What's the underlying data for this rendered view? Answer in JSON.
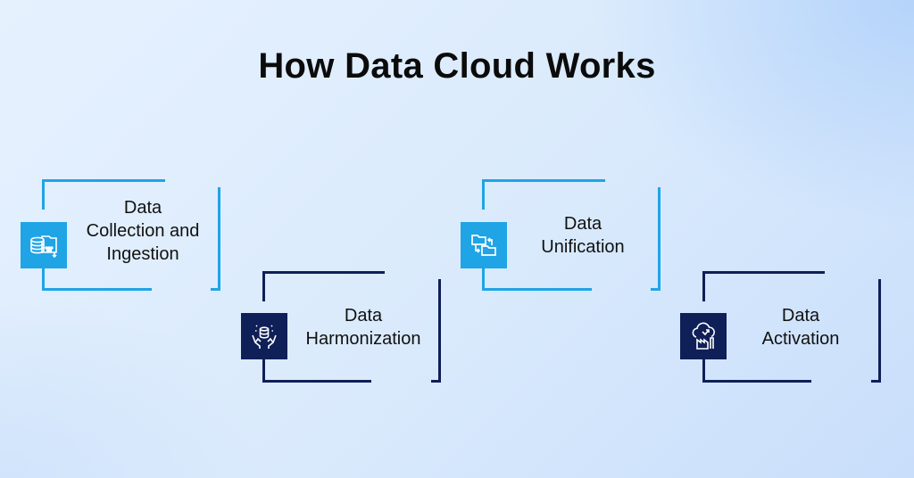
{
  "title": "How Data Cloud Works",
  "colors": {
    "light_blue": "#1fa4e6",
    "navy": "#0f1f57",
    "text": "#111111"
  },
  "steps": [
    {
      "lines": [
        "Data",
        "Collection and",
        "Ingestion"
      ],
      "icon": "database-folder-icon",
      "color": "light_blue"
    },
    {
      "lines": [
        "Data",
        "Harmonization"
      ],
      "icon": "hands-database-icon",
      "color": "navy"
    },
    {
      "lines": [
        "Data",
        "Unification"
      ],
      "icon": "folders-merge-icon",
      "color": "light_blue"
    },
    {
      "lines": [
        "Data",
        "Activation"
      ],
      "icon": "cloud-factory-icon",
      "color": "navy"
    }
  ]
}
